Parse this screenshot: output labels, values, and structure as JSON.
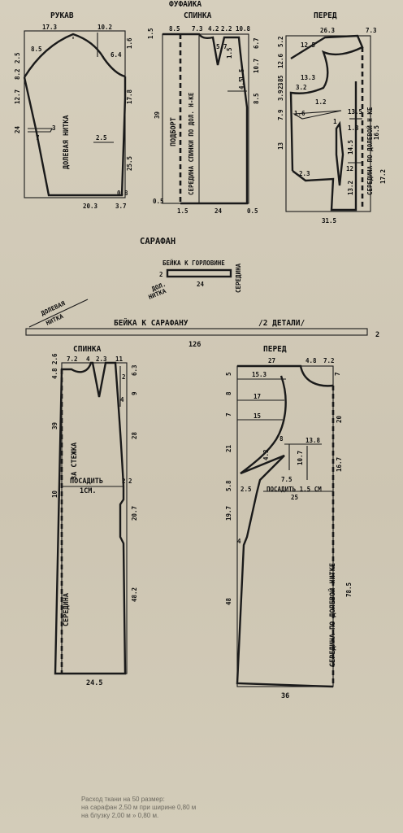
{
  "blouse": {
    "title": "ФУФАЙКА",
    "sleeve": {
      "title": "РУКАВ",
      "grain": "ДОЛЕВАЯ НИТКА",
      "m": {
        "a": "17.3",
        "b": "10.2",
        "c": "8.5",
        "d": "6.4",
        "e": "8.2",
        "f": "2.5",
        "g": "12.7",
        "h": "17.8",
        "i": "1.6",
        "j": "24",
        "k": "2.5",
        "l": "25.5",
        "m": "20.3",
        "n": "3.7",
        "o": "0.8",
        "p": "7",
        "q": "3"
      }
    },
    "back": {
      "title": "СПИНКА",
      "labels": [
        "ПОДБОРТ",
        "СЕРЕДИНА СПИНКИ ПО ДОЛ. Н-КЕ"
      ],
      "m": {
        "a": "1.5",
        "b": "8.5",
        "c": "7.3",
        "d": "4.2",
        "e": "2.2",
        "f": "10.8",
        "g": "1.5",
        "h": "6.7",
        "i": "1.5",
        "j": "10.7",
        "k": "4.5",
        "l": "8.5",
        "m": "39",
        "n": "0.5",
        "o": "1.5",
        "p": "24",
        "q": "0.5",
        "r": "5.7"
      }
    },
    "front": {
      "title": "ПЕРЕД",
      "labels": [
        "СЕРЕДИНА ПО ДОЛЕВОЙ Н-КЕ"
      ],
      "m": {
        "a": "26.3",
        "b": "7.3",
        "c": "5.2",
        "d": "12.5",
        "e": "12.6",
        "f": "3.5",
        "g": "13.3",
        "h": "3.9",
        "i": "2.8",
        "j": "3.2",
        "k": "1.2",
        "l": "1.6",
        "m": "7.9",
        "n": "13.5",
        "o": "1.3",
        "p": "13",
        "q": "14.5",
        "r": "2.3",
        "s": "12",
        "t": "13.2",
        "u": "31.5",
        "v": "17.2",
        "w": "16.5",
        "x": "1"
      }
    }
  },
  "sarafan": {
    "title": "САРАФАН",
    "neck_binding": {
      "title": "БЕЙКА К ГОРЛОВИНЕ",
      "grain": [
        "ДОЛ.",
        "НИТКА"
      ],
      "middle": "СЕРЕДИНА",
      "m": {
        "a": "2",
        "b": "24"
      }
    },
    "binding": {
      "title": "БЕЙКА К САРАФАНУ",
      "note": "/2 ДЕТАЛИ/",
      "grain": [
        "ДОЛЕВАЯ",
        "НИТКА"
      ],
      "m": {
        "length": "126",
        "width": "2"
      }
    },
    "back": {
      "title": "СПИНКА",
      "labels": [
        "ЗА СТЕЖКА",
        "СЕРЕДИНА",
        "ПОСАДИТЬ",
        "1СМ."
      ],
      "m": {
        "a": "7.2",
        "b": "4",
        "c": "2.3",
        "d": "11",
        "e": "4.8",
        "f": "2.6",
        "g": "6.3",
        "h": "2",
        "i": "9",
        "j": "4",
        "k": "39",
        "l": "28",
        "m": "10",
        "n": "2",
        "o": "2",
        "p": "20.7",
        "q": "48.2",
        "r": "24.5"
      }
    },
    "front": {
      "title": "ПЕРЕД",
      "labels": [
        "СЕРЕДИНА ПО ДОЛЕВОЙ НИТКЕ",
        "ПОСАДИТЬ 1.5 СМ"
      ],
      "m": {
        "a": "27",
        "b": "4.8",
        "c": "7.2",
        "d": "5",
        "e": "15.3",
        "f": "8",
        "g": "7",
        "h": "17",
        "i": "7",
        "j": "15",
        "k": "21",
        "l": "4.3",
        "m": "8",
        "n": "13.8",
        "o": "10.7",
        "p": "7.5",
        "q": "5.8",
        "r": "2.5",
        "s": "25",
        "t": "19.7",
        "u": "4",
        "v": "48",
        "w": "78.5",
        "x": "36",
        "y": "20",
        "z": "16.7"
      }
    }
  },
  "footer": {
    "line1": "Расход ткани на 50 размер:",
    "line2": "на сарафан 2,50 м при ширине 0,80 м",
    "line3": "на блузку   2,00 м        »        0,80 м."
  }
}
